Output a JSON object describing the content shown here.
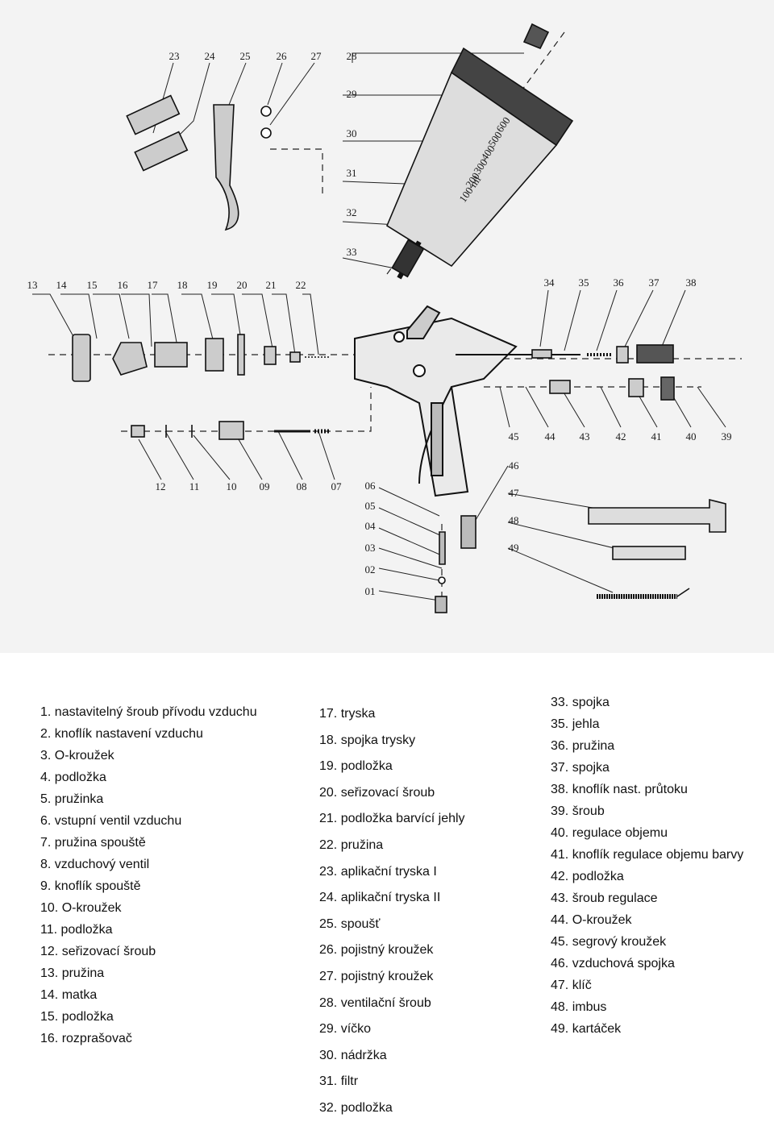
{
  "callouts_top": [
    "23",
    "24",
    "25",
    "26",
    "27",
    "28",
    "29",
    "30",
    "31",
    "32",
    "33"
  ],
  "callouts_left": [
    "13",
    "14",
    "15",
    "16",
    "17",
    "18",
    "19",
    "20",
    "21",
    "22"
  ],
  "callouts_right": [
    "34",
    "35",
    "36",
    "37",
    "38"
  ],
  "callouts_lower_left": [
    "12",
    "11",
    "10",
    "09",
    "08",
    "07"
  ],
  "callouts_mid": [
    "06",
    "05",
    "04",
    "03",
    "02",
    "01"
  ],
  "callouts_lower_right": [
    "45",
    "44",
    "43",
    "42",
    "41",
    "40",
    "39"
  ],
  "callouts_tools": [
    "46",
    "47",
    "48",
    "49"
  ],
  "cup_scale": [
    "600",
    "500",
    "400",
    "300",
    "200",
    "100 ml"
  ],
  "parts_col1": [
    "1. nastavitelný šroub přívodu vzduchu",
    "2. knoflík nastavení vzduchu",
    "3. O-kroužek",
    "4. podložka",
    "5. pružinka",
    "6. vstupní ventil vzduchu",
    "7. pružina spouště",
    "8. vzduchový ventil",
    "9. knoflík spouště",
    "10. O-kroužek",
    "11. podložka",
    "12. seřizovací šroub",
    "13. pružina",
    "14. matka",
    "15. podložka",
    "16. rozprašovač"
  ],
  "parts_col2": [
    "17. tryska",
    "18. spojka trysky",
    "19. podložka",
    "20. seřizovací šroub",
    "21. podložka barvící jehly",
    "22. pružina",
    "23. aplikační tryska I",
    "24. aplikační tryska II",
    "25. spoušť",
    "26. pojistný kroužek",
    "27. pojistný kroužek",
    "28. ventilační šroub",
    "29. víčko",
    "30. nádržka",
    "31. filtr",
    "32. podložka"
  ],
  "parts_col3": [
    "33. spojka",
    "35. jehla",
    "36. pružina",
    "37. spojka",
    "38. knoflík nast. průtoku",
    "39. šroub",
    "40. regulace objemu",
    "41. knoflík regulace objemu barvy",
    "42. podložka",
    "43. šroub regulace",
    "44. O-kroužek",
    "45. segrový kroužek",
    "46. vzduchová spojka",
    "47. klíč",
    "48. imbus",
    "49. kartáček"
  ]
}
